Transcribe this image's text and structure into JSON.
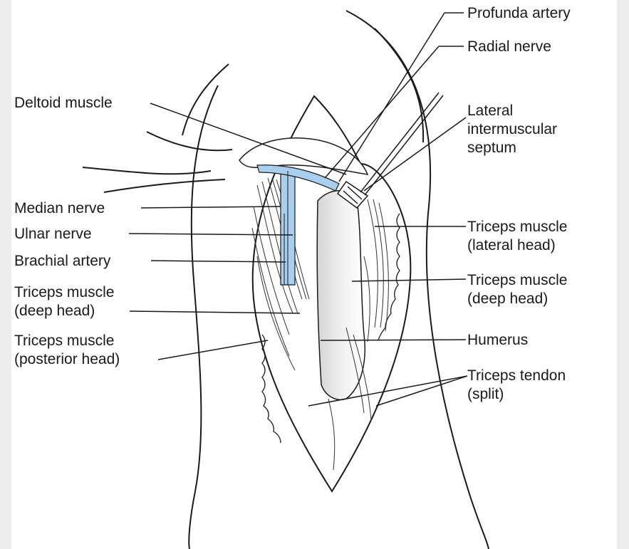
{
  "colors": {
    "background": "#ffffff",
    "margin": "#ececec",
    "ink": "#1a1a1a",
    "nerve_highlight": "#a9cfee",
    "bone_shade": "#d6d6d6"
  },
  "labels": {
    "profunda_artery": "Profunda artery",
    "radial_nerve": "Radial nerve",
    "deltoid_muscle": "Deltoid muscle",
    "lateral_septum_1": "Lateral",
    "lateral_septum_2": "intermuscular",
    "lateral_septum_3": "septum",
    "median_nerve": "Median nerve",
    "ulnar_nerve": "Ulnar nerve",
    "brachial_artery": "Brachial artery",
    "triceps_deep_left_1": "Triceps muscle",
    "triceps_deep_left_2": "(deep head)",
    "triceps_posterior_1": "Triceps muscle",
    "triceps_posterior_2": "(posterior head)",
    "triceps_lateral_1": "Triceps muscle",
    "triceps_lateral_2": "(lateral head)",
    "triceps_deep_right_1": "Triceps muscle",
    "triceps_deep_right_2": "(deep head)",
    "humerus": "Humerus",
    "triceps_tendon_1": "Triceps tendon",
    "triceps_tendon_2": "(split)"
  }
}
